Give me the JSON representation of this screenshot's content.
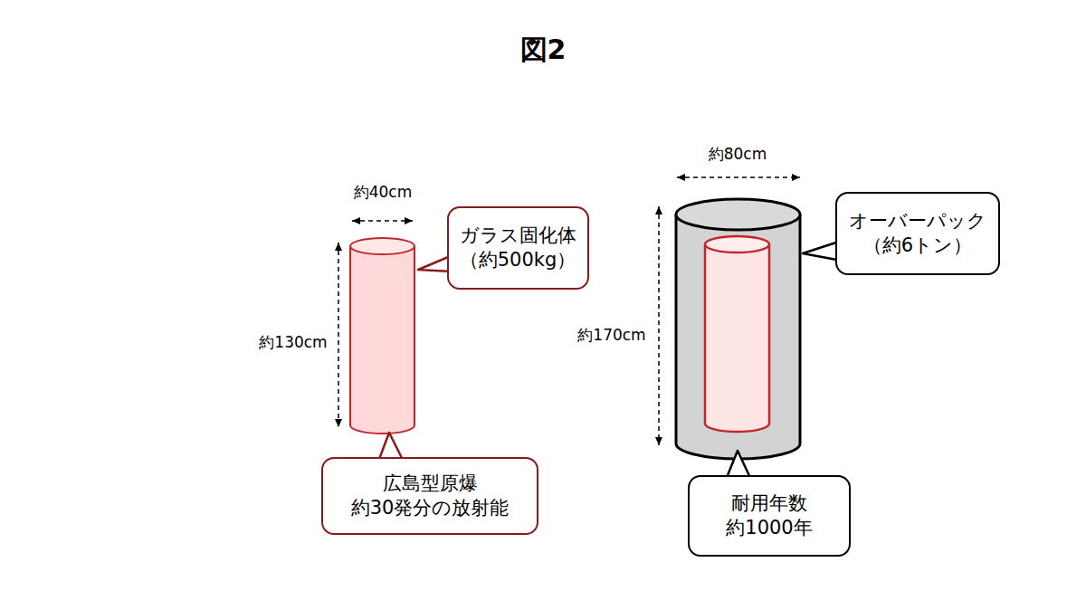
{
  "diagram": {
    "title": "図2",
    "nodes": [
      {
        "text": [
          "ガラス固化体",
          "（約500kg）"
        ]
      },
      {
        "text": [
          "広島型原爆",
          "約30発分の放射能"
        ]
      },
      {
        "text": [
          "オーバーパック",
          "（約6トン）"
        ]
      },
      {
        "text": [
          "耐用年数",
          "約1000年"
        ]
      }
    ],
    "labels": [
      "約40cm",
      "約130cm",
      "約80cm",
      "約170cm"
    ]
  }
}
